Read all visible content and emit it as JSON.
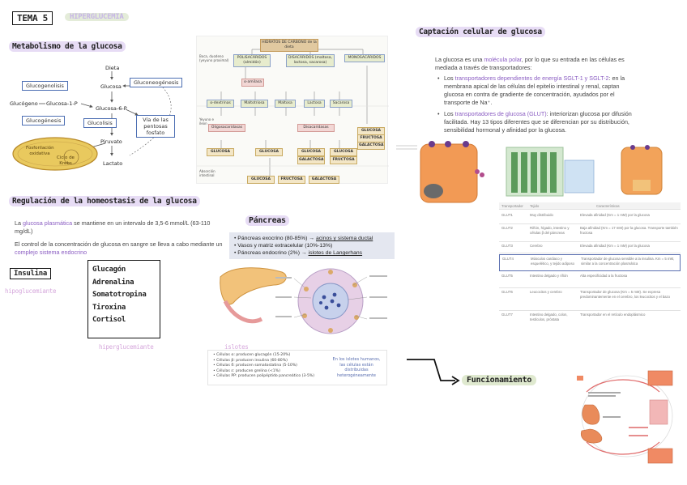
{
  "header": {
    "tema": "TEMA 5",
    "subtitle": "HIPERGLUCEMIA"
  },
  "metabolism": {
    "title": "Metabolismo de la glucosa",
    "dieta": "Dieta",
    "glucosa": "Glucosa",
    "glucogenolisis": "Glucogenolisis",
    "gluconeogenesis": "Gluconeogénesis",
    "glucogeno": "Glucógeno",
    "glucosa1p": "Glucosa-1-P",
    "glucosa6p": "Glucosa-6-P",
    "glucogenesis": "Glucogénesis",
    "glucolisis": "Glucolisis",
    "pentosas": "Vía de las pentosas fosfato",
    "piruvato": "Piruvato",
    "lactato": "Lactato",
    "fosforilacion": "Fosforilación oxidativa",
    "krebs": "Ciclo de Krebs"
  },
  "digestion": {
    "top": "HIDRATOS DE CARBONO de la dieta",
    "left1": "Boca, duodeno (yeyuno proximal)",
    "poli": "POLISACÁRIDOS (almidón)",
    "di": "DISACÁRIDOS (maltosa, lactosa, sacarosa)",
    "mono": "MONOSACÁRIDOS",
    "amilasa": "α-amilasa",
    "dextrinas": "α-dextrinas",
    "maltotriosa": "Maltotriosa",
    "maltosa": "Maltosa",
    "lactosa": "Lactosa",
    "sacarosa": "Sacarosa",
    "left2": "Yeyuno e íleon",
    "oligo": "Oligosacaridasas",
    "disac": "Disacaridasas",
    "left3": "Absorción intestinal",
    "glucosa": "GLUCOSA",
    "fructosa": "FRUCTOSA",
    "galactosa": "GALACTOSA"
  },
  "homeostasis": {
    "title": "Regulación de la homeostasis de la glucosa",
    "p1_a": "La",
    "p1_b": "glucosa plasmática",
    "p1_c": "se mantiene en un intervalo de 3,5-6 mmol/L (63-110 mg/dL)",
    "p2_a": "El control de la concentración de glucosa en sangre se lleva a cabo mediante un",
    "p2_b": "complejo sistema endocrino",
    "insulina": "Insulina",
    "hipo": "hipoglucemiante",
    "hormones": [
      "Glucagón",
      "Adrenalina",
      "Somatotropina",
      "Tiroxina",
      "Cortisol"
    ],
    "hiper": "hiperglucemiante"
  },
  "pancreas": {
    "title": "Páncreas",
    "bullets": [
      {
        "a": "Páncreas exocrino (80-85%) → ",
        "b": "acinos y sistema ductal"
      },
      {
        "a": "Vasos y matriz extracelular (10%-13%)",
        "b": ""
      },
      {
        "a": "Páncreas endocrino (2%) → ",
        "b": "islotes de Langerhans"
      }
    ],
    "islotes_label": "islotes",
    "cells": [
      "Células α: producen glucagón (15-20%)",
      "Células β: producen insulina (60-80%)",
      "Células δ: producen somatostatina (5-10%)",
      "Células ε: producen grelina (<1%)",
      "Células PP: producen polipéptido pancreático (3-5%)"
    ],
    "note": "En los islotes humanos, las células están distribuidas heterogéneamente"
  },
  "captacion": {
    "title": "Captación celular de glucosa",
    "intro_a": "La glucosa es una",
    "intro_b": "molécula polar",
    "intro_c": ", por lo que su entrada en las células es mediada a través de transportadores:",
    "b1_a": "Los",
    "b1_b": "transportadores dependientes de energía SGLT-1 y SGLT-2",
    "b1_c": ": en la membrana apical de las células del epitelio intestinal y renal, captan glucosa en contra de gradiente de concentración, ayudados por el transporte de Na⁺.",
    "b2_a": "Los",
    "b2_b": "transportadores de glucosa (GLUT)",
    "b2_c": ": interiorizan glucosa por difusión facilitada. Hay 13 tipos diferentes que se diferencian por su distribución, sensibilidad hormonal y afinidad por la glucosa."
  },
  "table": {
    "headers": [
      "Transportador",
      "Tejido",
      "Características"
    ],
    "rows": [
      [
        "GLUT1",
        "Muy distribuido",
        "Elevada afinidad (Km = 1 mM) por la glucosa"
      ],
      [
        "GLUT2",
        "Riñón, hígado, intestino y células β del páncreas",
        "Baja afinidad (Km = 17 mM) por la glucosa. Transporte también fructosa"
      ],
      [
        "GLUT3",
        "Cerebro",
        "Elevada afinidad (Km = 1 mM) por la glucosa"
      ],
      [
        "GLUT4",
        "Músculos cardiaco y esquelético, y tejido adiposo",
        "Transportador de glucosa sensible a la insulina. Km = 5 mM, similar a la concentración plasmática"
      ],
      [
        "GLUT5",
        "Intestino delgado y riñón",
        "Alta especificidad a la fructosa"
      ],
      [
        "GLUT6",
        "Leucocitos y cerebro",
        "Transportador de glucosa (Km = 5 mM). Se expresa predominantemente en el cerebro, los leucocitos y el bazo"
      ],
      [
        "GLUT7",
        "Intestino delgado, colon, testículos, próstata",
        "Transportador en el retículo endoplásmico"
      ]
    ]
  },
  "funcionamiento": {
    "title": "Funcionamiento"
  }
}
